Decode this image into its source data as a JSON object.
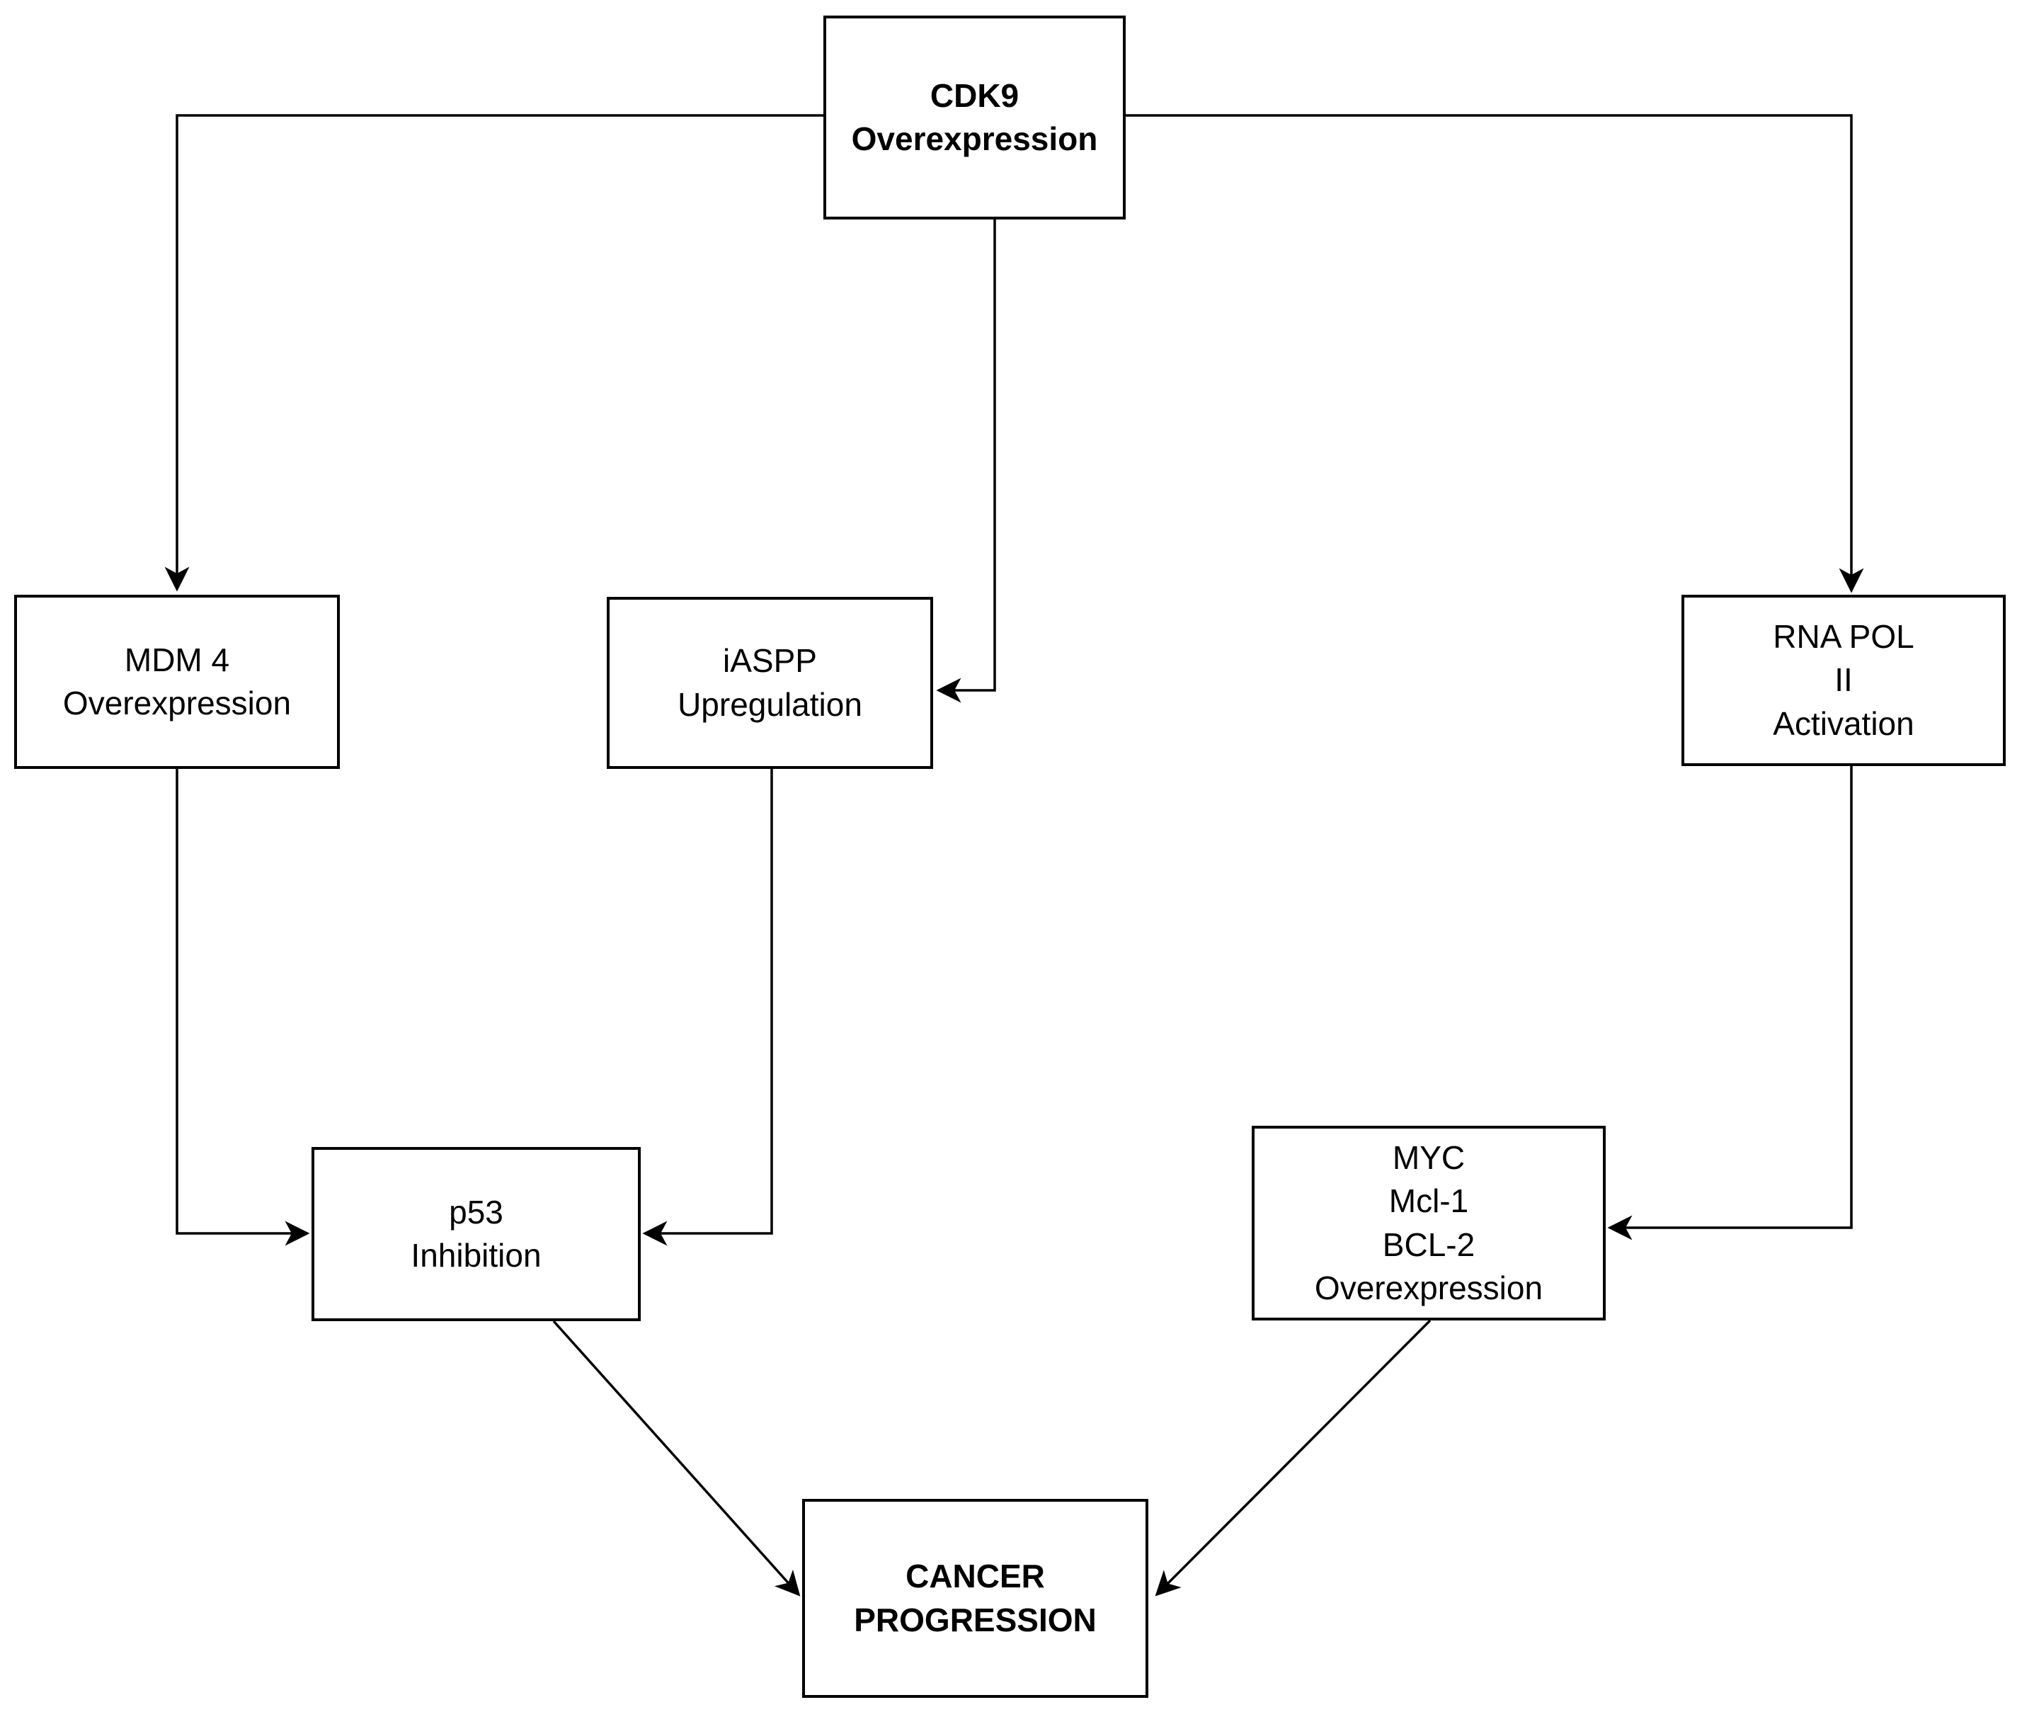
{
  "diagram": {
    "type": "flowchart",
    "colors": {
      "background": "#ffffff",
      "box_fill": "#ffffff",
      "box_border": "#000000",
      "line": "#000000",
      "text": "#000000"
    },
    "nodes": {
      "cdk9": {
        "label": "CDK9\nOverexpression",
        "emphasis": "bold"
      },
      "mdm4": {
        "label": "MDM 4\nOverexpression",
        "emphasis": "normal"
      },
      "iaspp": {
        "label": "iASPP\nUpregulation",
        "emphasis": "normal"
      },
      "rnapol2": {
        "label": "RNA POL\nII\nActivation",
        "emphasis": "normal"
      },
      "p53": {
        "label": "p53\nInhibition",
        "emphasis": "normal"
      },
      "myc": {
        "label": "MYC\nMcl-1\nBCL-2\nOverexpression",
        "emphasis": "normal"
      },
      "cancer": {
        "label": "CANCER\nPROGRESSION",
        "emphasis": "bold"
      }
    },
    "edges": [
      {
        "from": "cdk9",
        "to": "mdm4"
      },
      {
        "from": "cdk9",
        "to": "iaspp"
      },
      {
        "from": "cdk9",
        "to": "rnapol2"
      },
      {
        "from": "mdm4",
        "to": "p53"
      },
      {
        "from": "iaspp",
        "to": "p53"
      },
      {
        "from": "rnapol2",
        "to": "myc"
      },
      {
        "from": "p53",
        "to": "cancer"
      },
      {
        "from": "myc",
        "to": "cancer"
      }
    ]
  }
}
